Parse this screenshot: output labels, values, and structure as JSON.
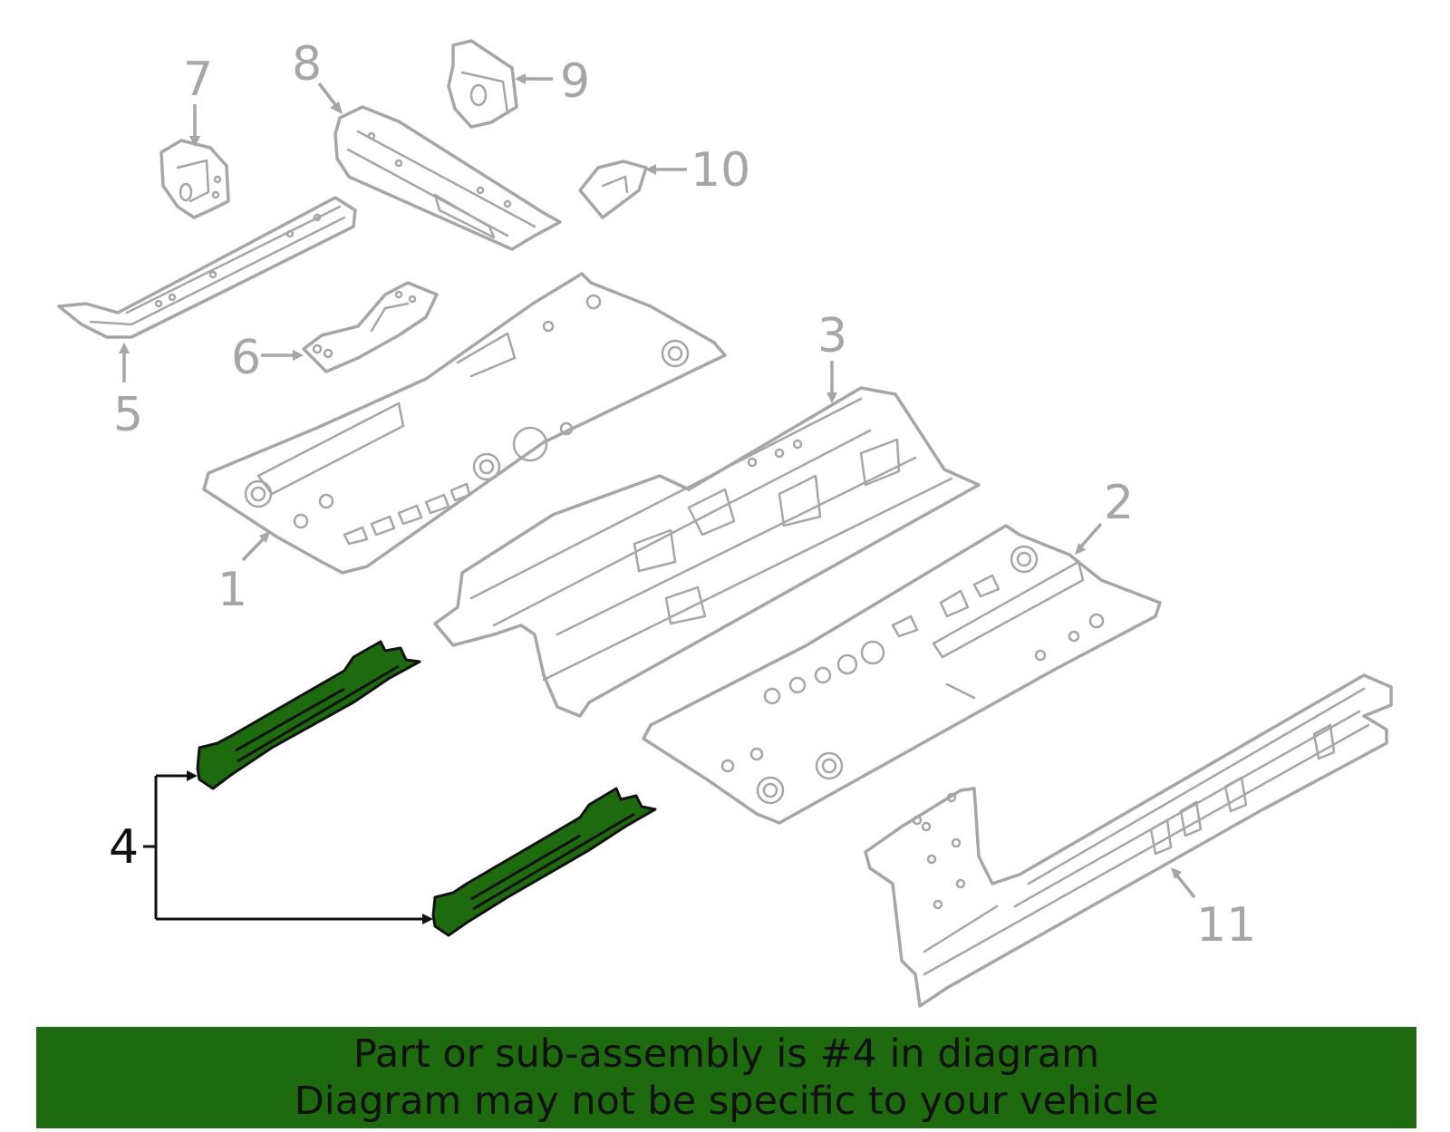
{
  "callouts": {
    "c1": "1",
    "c2": "2",
    "c3": "3",
    "c4": "4",
    "c5": "5",
    "c6": "6",
    "c7": "7",
    "c8": "8",
    "c9": "9",
    "c10": "10",
    "c11": "11"
  },
  "banner": {
    "line1": "Part or sub-assembly is #4 in diagram",
    "line2": "Diagram may not be specific to your vehicle"
  },
  "colors": {
    "highlight": "#1e6b0f",
    "parts": "#a6a6a6",
    "banner": "#1e6b0f"
  }
}
